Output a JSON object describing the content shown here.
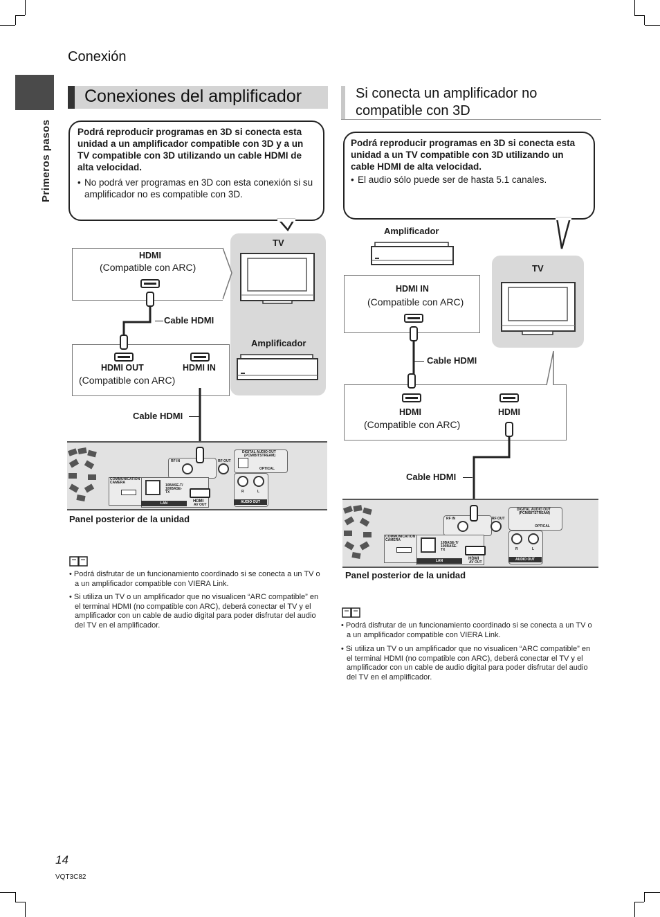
{
  "header": {
    "section": "Conexión"
  },
  "side_tab": {
    "label": "Primeros pasos"
  },
  "left": {
    "title": "Conexiones del amplificador",
    "bubble_bold": "Podrá reproducir programas en 3D si conecta esta unidad a un amplificador compatible con 3D y a un TV compatible con 3D utilizando un cable HDMI de alta velocidad.",
    "bubble_bullet": "•",
    "bubble_note": "No podrá ver programas en 3D con esta conexión si su amplificador no es compatible con 3D.",
    "tv_label": "TV",
    "tv_box_hdmi": "HDMI",
    "tv_box_arc": "(Compatible con ARC)",
    "cable_hdmi_1": "Cable HDMI",
    "amp_label": "Amplificador",
    "amp_box_out": "HDMI OUT",
    "amp_box_in": "HDMI IN",
    "amp_box_arc": "(Compatible con ARC)",
    "cable_hdmi_2": "Cable HDMI",
    "panel_caption": "Panel posterior de la unidad",
    "notes": [
      "• Podrá disfrutar de un funcionamiento coordinado si se conecta a un TV o a un amplificador compatible con VIERA Link.",
      "• Si utiliza un TV o un amplificador que no visualicen “ARC compatible” en el terminal HDMI (no compatible con ARC), deberá conectar el TV y el amplificador con un cable de audio digital para poder disfrutar del audio del TV en el amplificador."
    ]
  },
  "right": {
    "title": "Si conecta un amplificador no compatible con 3D",
    "bubble_bold": "Podrá reproducir programas en 3D si conecta esta unidad a un TV compatible con 3D utilizando un cable HDMI de alta velocidad.",
    "bubble_bullet": "•",
    "bubble_note": "El audio sólo puede ser de hasta 5.1 canales.",
    "amp_label": "Amplificador",
    "amp_box_hdmi_in": "HDMI IN",
    "amp_box_arc": "(Compatible con ARC)",
    "tv_label": "TV",
    "cable_hdmi_1": "Cable HDMI",
    "tv_box_hdmi_left": "HDMI",
    "tv_box_arc": "(Compatible con ARC)",
    "tv_box_hdmi_right": "HDMI",
    "cable_hdmi_2": "Cable HDMI",
    "panel_caption": "Panel posterior de la unidad",
    "notes": [
      "• Podrá disfrutar de un funcionamiento coordinado si se conecta a un TV o a un amplificador compatible con VIERA Link.",
      "• Si utiliza un TV o un amplificador que no visualicen “ARC compatible” en el terminal HDMI (no compatible con ARC), deberá conectar el TV y el amplificador con un cable de audio digital para poder disfrutar del audio del TV en el amplificador."
    ]
  },
  "rear_panel": {
    "communication": "COMMUNICATION",
    "camera": "CAMERA",
    "lan_spec": "10BASE-T/ 100BASE-TX",
    "lan": "LAN",
    "hdmi_logo": "HDMI",
    "av_out": "AV OUT",
    "digital_audio_out": "DIGITAL AUDIO OUT",
    "pcm": "(PCM/BITSTREAM)",
    "optical": "OPTICAL",
    "r": "R",
    "l": "L",
    "audio_out": "AUDIO OUT",
    "rf_in": "RF IN",
    "rf_out": "RF OUT"
  },
  "footer": {
    "page_number": "14",
    "doc_id": "VQT3C82"
  },
  "colors": {
    "dark_tab": "#4a4a4a",
    "heading_bar": "#d4d4d4",
    "grey_panel": "#d9d9d9"
  }
}
